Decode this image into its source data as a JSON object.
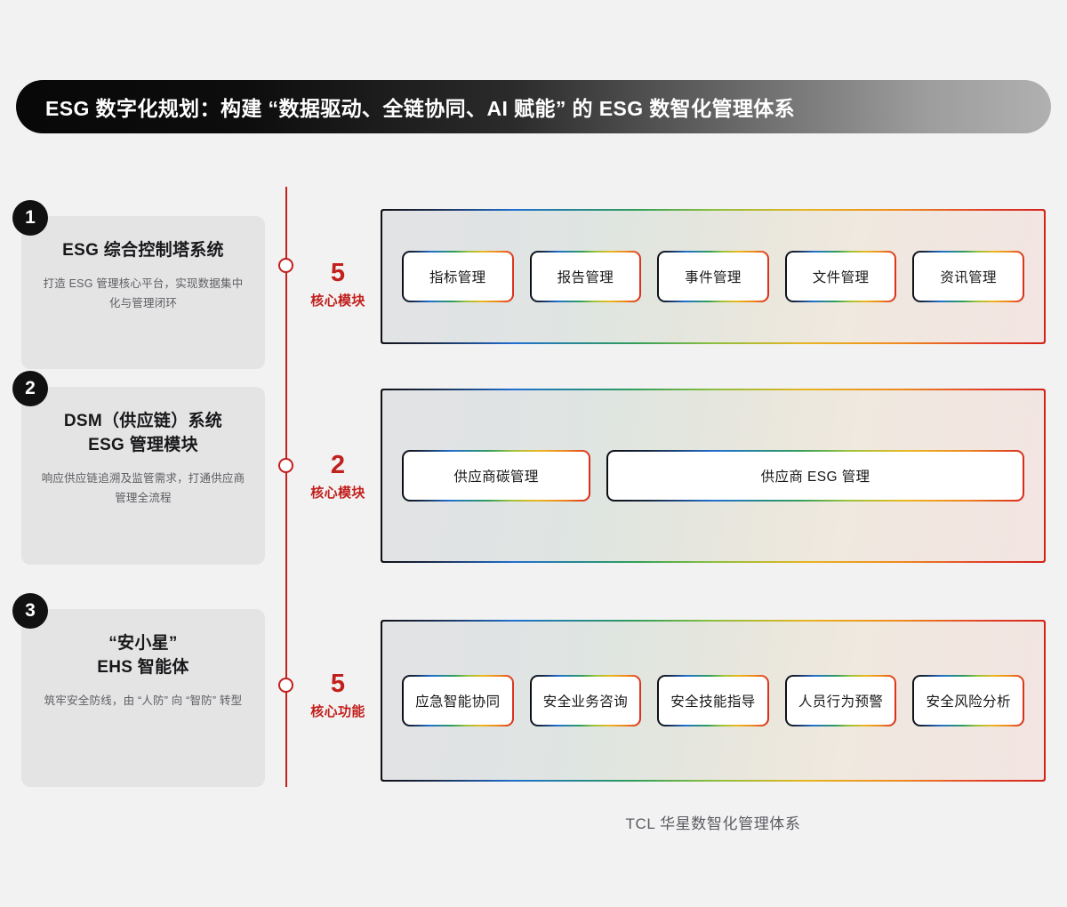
{
  "header": {
    "title": "ESG 数字化规划：构建 “数据驱动、全链协同、AI 赋能” 的 ESG 数智化管理体系"
  },
  "theme": {
    "accent_red": "#C1201C",
    "badge_black": "#111111",
    "page_background": "#F2F2F2",
    "card_background": "#E4E4E5",
    "gradient_stops": [
      "#101014",
      "#1F6FD0",
      "#2F9E5C",
      "#E8B422",
      "#D32318"
    ]
  },
  "footer": {
    "caption": "TCL 华星数智化管理体系"
  },
  "rows": [
    {
      "badge": "1",
      "title": "ESG 综合控制塔系统",
      "desc": "打造 ESG 管理核心平台，实现数据集中化与管理闭环",
      "count_num": "5",
      "count_label": "核心模块",
      "modules": [
        "指标管理",
        "报告管理",
        "事件管理",
        "文件管理",
        "资讯管理"
      ]
    },
    {
      "badge": "2",
      "title_line1": "DSM（供应链）系统",
      "title_line2": "ESG 管理模块",
      "desc": "响应供应链追溯及监管需求，打通供应商管理全流程",
      "count_num": "2",
      "count_label": "核心模块",
      "modules": [
        "供应商碳管理",
        "供应商 ESG 管理"
      ]
    },
    {
      "badge": "3",
      "title_line1": "“安小星”",
      "title_line2": "EHS 智能体",
      "desc": "筑牢安全防线，由 “人防” 向 “智防” 转型",
      "count_num": "5",
      "count_label": "核心功能",
      "modules": [
        "应急智能协同",
        "安全业务咨询",
        "安全技能指导",
        "人员行为预警",
        "安全风险分析"
      ]
    }
  ]
}
